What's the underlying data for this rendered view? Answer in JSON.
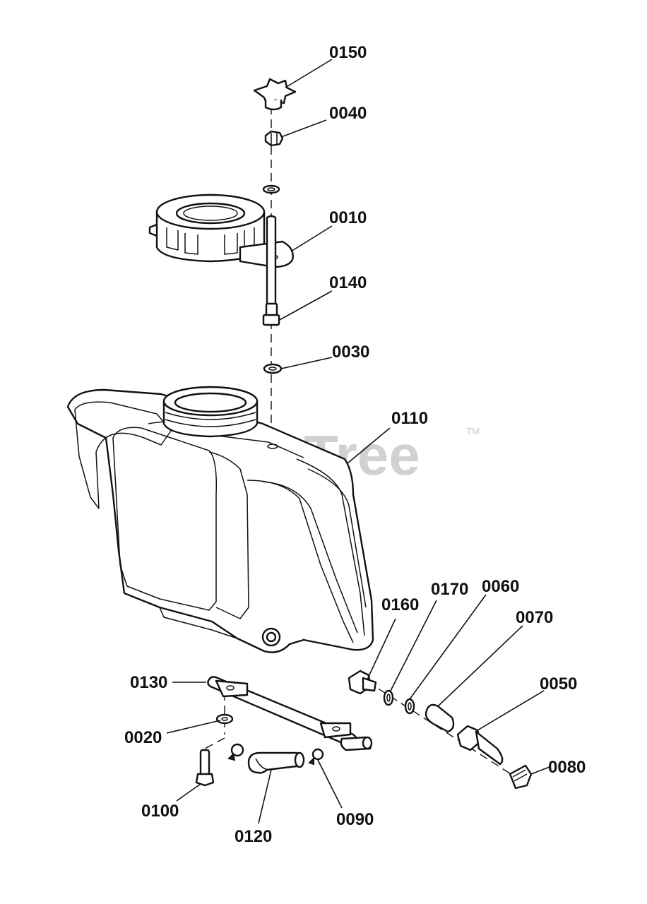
{
  "watermark": {
    "text": "PartsTree",
    "trademark": "TM"
  },
  "parts": [
    {
      "id": "0150"
    },
    {
      "id": "0040"
    },
    {
      "id": "0010"
    },
    {
      "id": "0140"
    },
    {
      "id": "0030"
    },
    {
      "id": "0110"
    },
    {
      "id": "0160"
    },
    {
      "id": "0170"
    },
    {
      "id": "0060"
    },
    {
      "id": "0070"
    },
    {
      "id": "0050"
    },
    {
      "id": "0080"
    },
    {
      "id": "0130"
    },
    {
      "id": "0020"
    },
    {
      "id": "0100"
    },
    {
      "id": "0120"
    },
    {
      "id": "0090"
    }
  ]
}
